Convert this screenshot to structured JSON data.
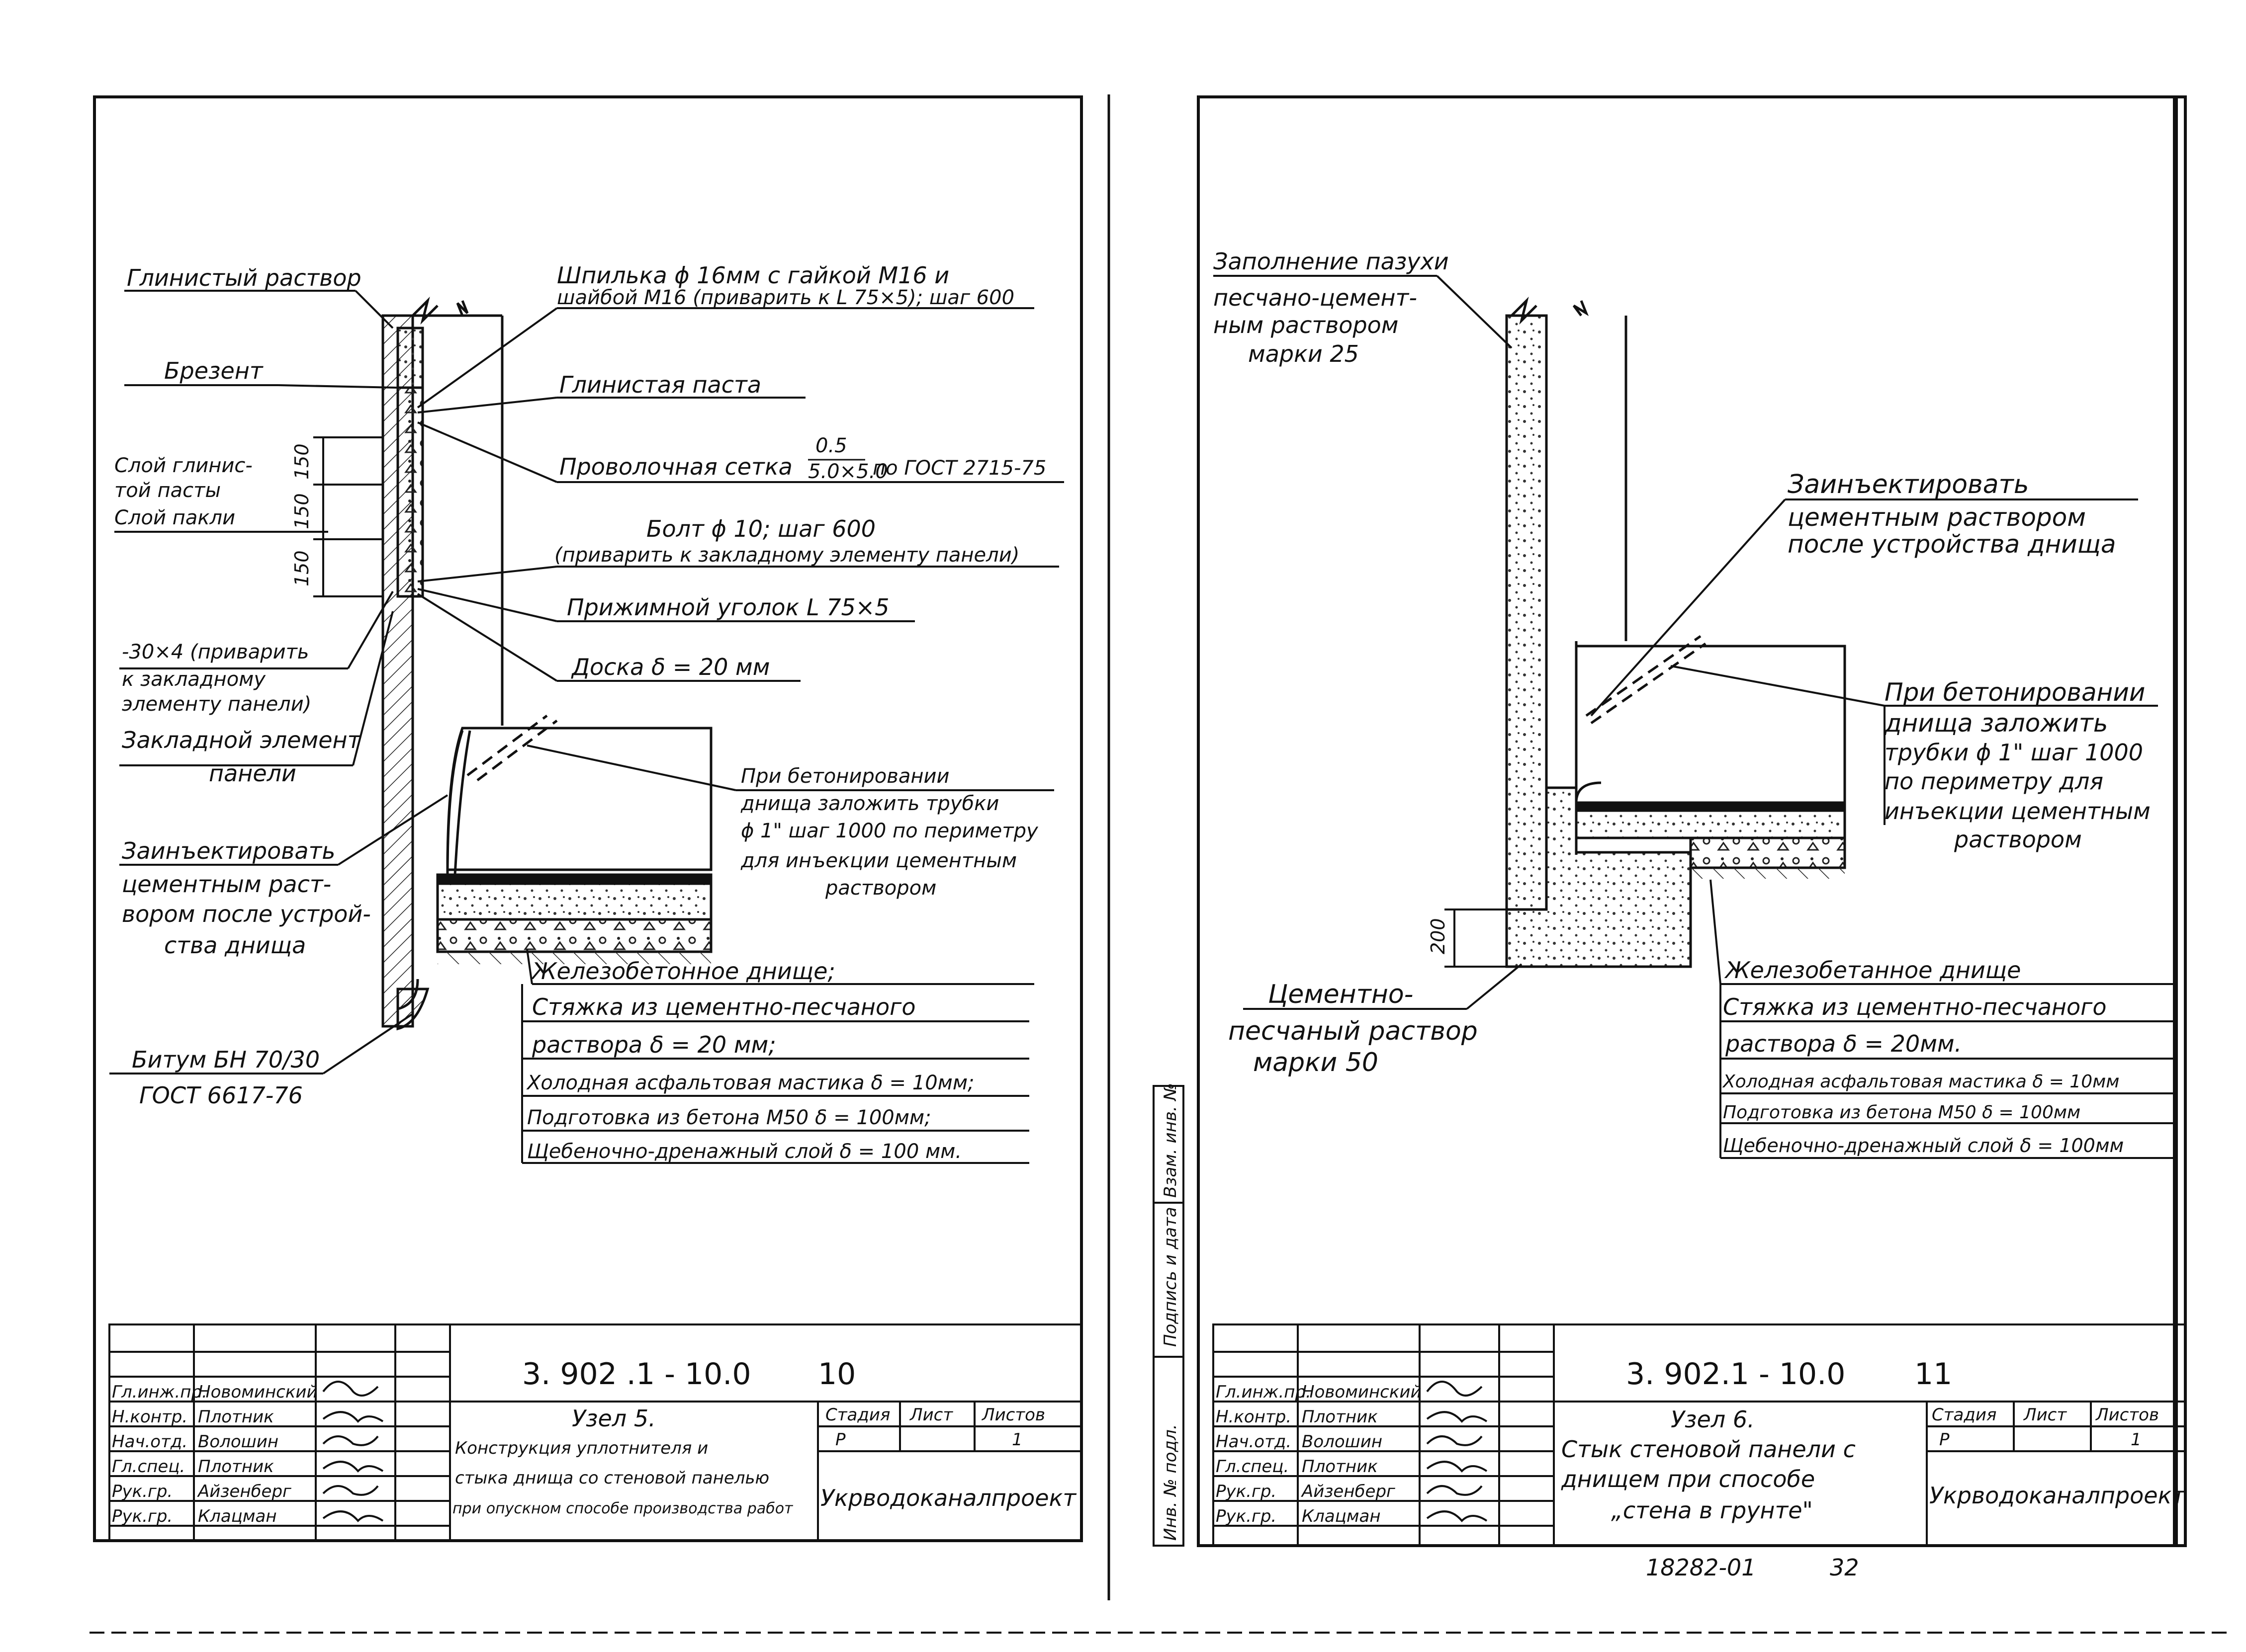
{
  "colors": {
    "ink": "#111111",
    "paper": "#ffffff",
    "hatch": "#333333"
  },
  "sheets": [
    {
      "id": "sheet-10",
      "callouts": [
        [
          "Глинистый раствор"
        ],
        [
          "Брезент"
        ],
        [
          "Слой глинис-",
          "той пасты",
          "Слой пакли"
        ],
        [
          "-30×4 (приварить",
          "к закладному",
          "элементу панели)"
        ],
        [
          "Закладной элемент",
          "панели"
        ],
        [
          "Заинъектировать",
          "цементным раст-",
          "вором после устрой-",
          "ства днища"
        ],
        [
          "Битум БН 70/30",
          "ГОСТ 6617-76"
        ],
        [
          "Шпилька ϕ 16мм с гайкой М16 и",
          "шайбой М16 (приварить к L 75×5); шаг 600"
        ],
        [
          "Глинистая паста"
        ],
        [
          "Проволочная сетка",
          "по ГОСТ 2715-75"
        ],
        [
          "Болт ϕ 10; шаг 600",
          "(приварить к закладному элементу панели)"
        ],
        [
          "Прижимной уголок  L 75×5"
        ],
        [
          "Доска   δ = 20 мм"
        ],
        [
          "При бетонировании",
          "днища заложить трубки",
          "ϕ 1\" шаг 1000 по периметру",
          "для инъекции цементным",
          "раствором"
        ]
      ],
      "mesh_fraction": [
        "0.5",
        "5.0×5.0"
      ],
      "dims": [
        "150",
        "150",
        "150"
      ],
      "layers": [
        "Железобетонное днище;",
        "Стяжка из цементно-песчаного",
        "раствора  δ = 20 мм;",
        "Холодная асфальтовая мастика δ = 10мм;",
        "Подготовка из бетона М50  δ = 100мм;",
        "Щебеночно-дренажный слой  δ = 100 мм."
      ],
      "title_block": {
        "code": "3. 902 .1 - 10.0",
        "sheet_no": "10",
        "roles": [
          "Гл.инж.пр.",
          "Н.контр.",
          "Нач.отд.",
          "Гл.спец.",
          "Рук.гр.",
          "Рук.гр."
        ],
        "names": [
          "Новоминский",
          "Плотник",
          "Волошин",
          "Плотник",
          "Айзенберг",
          "Клацман"
        ],
        "title": [
          "Узел 5.",
          "Конструкция уплотнителя и",
          "стыка днища со стеновой панелью",
          "при опускном способе производства работ"
        ],
        "stage_label": "Стадия",
        "sheet_label": "Лист",
        "sheets_label": "Листов",
        "stage": "Р",
        "sheet": "",
        "sheets": "1",
        "org": "Укрводоканалпроект"
      }
    },
    {
      "id": "sheet-11",
      "callouts": [
        [
          "Заполнение пазухи",
          "песчано-цемент-",
          "ным раствором",
          "марки 25"
        ],
        [
          "Заинъектировать",
          "цементным раствором",
          "после устройства днища"
        ],
        [
          "При бетонировании",
          "днища заложить",
          "трубки ϕ 1\" шаг 1000",
          "по периметру для",
          "инъекции цементным",
          "раствором"
        ],
        [
          "Цементно-",
          "песчаный раствор",
          "марки 50"
        ]
      ],
      "dims": [
        "200"
      ],
      "layers": [
        "Железобетанное днище",
        "Стяжка из цементно-песчаного",
        "раствора  δ = 20мм.",
        "Холодная асфальтовая мастика δ = 10мм",
        "Подготовка из бетона  М50  δ = 100мм",
        "Щебеночно-дренажный слой δ = 100мм"
      ],
      "side_stamp": [
        "Инв. № подл.",
        "Подпись и дата",
        "Взам. инв. №"
      ],
      "title_block": {
        "code": "3. 902.1 - 10.0",
        "sheet_no": "11",
        "roles": [
          "Гл.инж.пр.",
          "Н.контр.",
          "Нач.отд.",
          "Гл.спец.",
          "Рук.гр.",
          "Рук.гр."
        ],
        "names": [
          "Новоминский",
          "Плотник",
          "Волошин",
          "Плотник",
          "Айзенберг",
          "Клацман"
        ],
        "title": [
          "Узел 6.",
          "Стык стеновой панели с",
          "днищем при способе",
          "„стена в грунте\""
        ],
        "stage_label": "Стадия",
        "sheet_label": "Лист",
        "sheets_label": "Листов",
        "stage": "Р",
        "sheet": "",
        "sheets": "1",
        "org": "Укрводоканалпроект"
      },
      "archive_no": "18282-01",
      "page_no": "32"
    }
  ]
}
